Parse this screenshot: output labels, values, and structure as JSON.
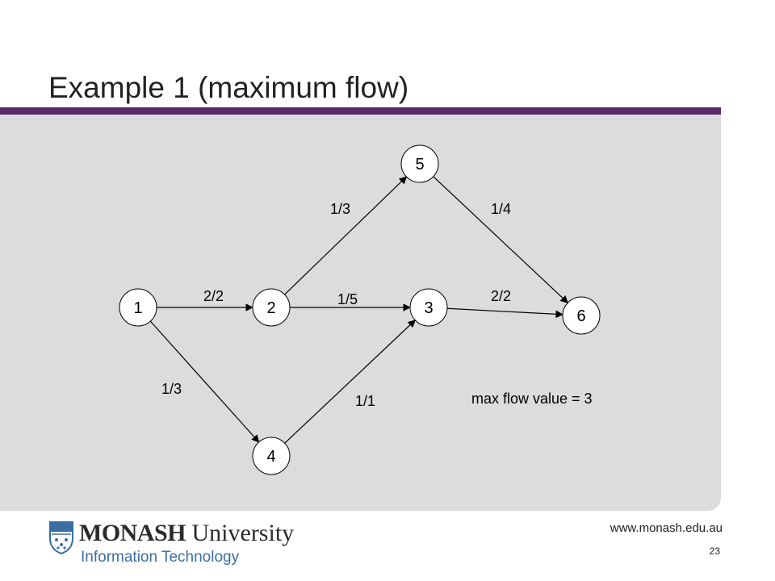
{
  "slide": {
    "title": "Example 1 (maximum flow)",
    "url": "www.monash.edu.au",
    "page_number": "23"
  },
  "diagram": {
    "nodes": [
      {
        "id": "1",
        "label": "1"
      },
      {
        "id": "2",
        "label": "2"
      },
      {
        "id": "3",
        "label": "3"
      },
      {
        "id": "4",
        "label": "4"
      },
      {
        "id": "5",
        "label": "5"
      },
      {
        "id": "6",
        "label": "6"
      }
    ],
    "edges": [
      {
        "from": "1",
        "to": "2",
        "label": "2/2"
      },
      {
        "from": "1",
        "to": "4",
        "label": "1/3"
      },
      {
        "from": "2",
        "to": "5",
        "label": "1/3"
      },
      {
        "from": "2",
        "to": "3",
        "label": "1/5"
      },
      {
        "from": "4",
        "to": "3",
        "label": "1/1"
      },
      {
        "from": "5",
        "to": "6",
        "label": "1/4"
      },
      {
        "from": "3",
        "to": "6",
        "label": "2/2"
      }
    ],
    "note": "max flow value = 3"
  },
  "logo": {
    "brand_bold": "MONASH",
    "brand_rest": " University",
    "division": "Information Technology"
  },
  "colors": {
    "title_bar": "#5b2a6b",
    "panel": "#dcdcdc",
    "logo_blue": "#3b6ea5"
  }
}
